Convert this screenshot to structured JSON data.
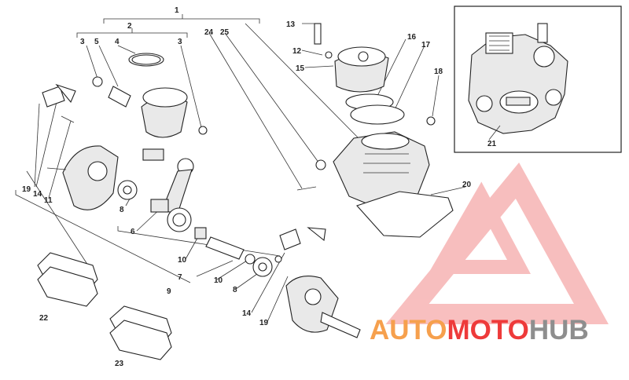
{
  "callouts": [
    "1",
    "2",
    "3",
    "4",
    "5",
    "3",
    "24",
    "25",
    "13",
    "12",
    "15",
    "16",
    "17",
    "18",
    "19",
    "14",
    "11",
    "8",
    "6",
    "10",
    "7",
    "10",
    "8",
    "9",
    "14",
    "19",
    "20",
    "21",
    "22",
    "23"
  ],
  "watermark": {
    "part1": "AUTO",
    "part2": "MOTO",
    "part3": "HUB",
    "color_orange": "#f6a04d",
    "color_red": "#ee3a3a",
    "color_gray": "#8e8e8e"
  },
  "colors": {
    "line": "#222222",
    "background": "#ffffff",
    "watermark_triangle": "#f28a8a"
  }
}
